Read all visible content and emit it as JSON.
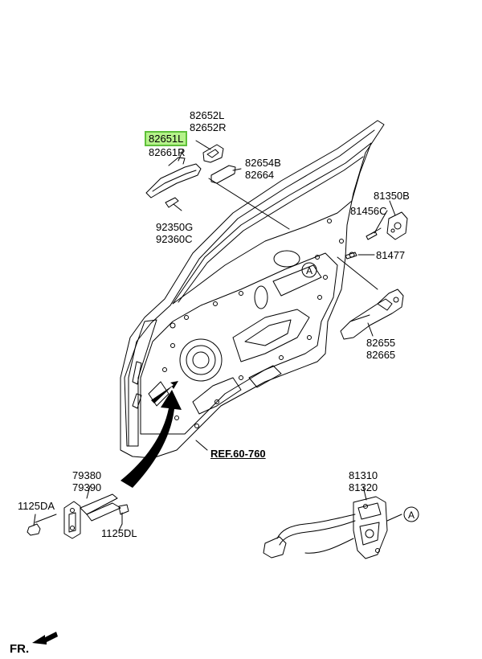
{
  "diagram": {
    "labels": {
      "p82652": [
        "82652L",
        "82652R"
      ],
      "p82651": [
        "82651L",
        "82661R"
      ],
      "p82654": [
        "82654B",
        "82664"
      ],
      "p81350": "81350B",
      "p81456": "81456C",
      "p92350": [
        "92350G",
        "92360C"
      ],
      "p81477": "81477",
      "p82655": [
        "82655",
        "82665"
      ],
      "ref": "REF.60-760",
      "p79380": [
        "79380",
        "79390"
      ],
      "p1125da": "1125DA",
      "p1125dl": "1125DL",
      "p81310": [
        "81310",
        "81320"
      ],
      "callout_a": "A",
      "front_marker": "FR."
    },
    "highlight_color": "#b5f28a",
    "highlight_border": "#5fc03a",
    "line_color": "#000000"
  }
}
